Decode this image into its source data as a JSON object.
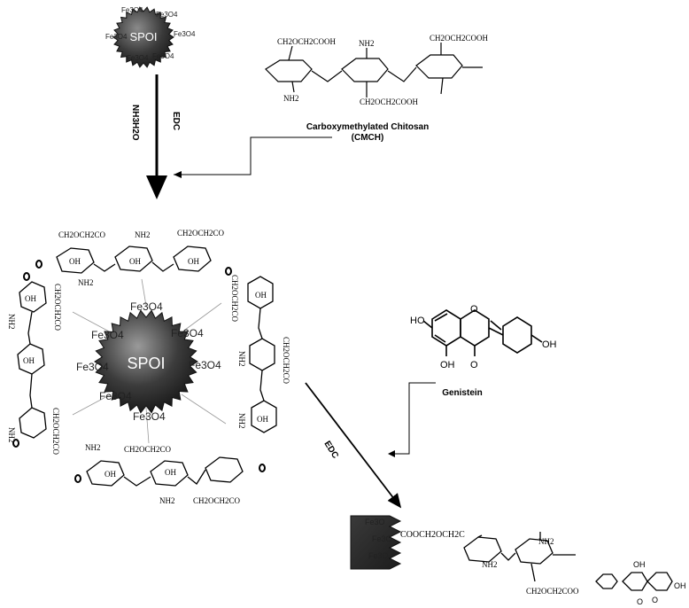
{
  "core_small": {
    "label": "SPOI",
    "tags": [
      "Fe3O4",
      "Fe3O4",
      "Fe3O4",
      "Fe3O4",
      "Fe3O4",
      "Fe3O4"
    ]
  },
  "step1": {
    "reagent_left": "NH3H2O",
    "reagent_right": "EDC"
  },
  "cmch": {
    "name": "Carboxymethylated Chitosan",
    "abbr": "(CMCH)",
    "groups": [
      "CH2OCH2COOH",
      "NH2",
      "CH2OCH2COOH",
      "CH2OCH2COOH",
      "NH2"
    ]
  },
  "core_large": {
    "label": "SPOI",
    "tags": [
      "Fe3O4",
      "Fe3O4",
      "Fe3O4",
      "Fe3O4",
      "Fe3O4",
      "Fe3O4",
      "Fe3O4"
    ]
  },
  "shell_groups": {
    "top": [
      "CH2OCH2CO",
      "NH2",
      "CH2OCH2CO",
      "NH2",
      "OH",
      "OH",
      "OH"
    ],
    "left": [
      "NH2",
      "OH",
      "CH2OCH2CO",
      "OH",
      "NH2",
      "CH2OCH2CO"
    ],
    "right": [
      "NH2",
      "CH2OCH2CO",
      "NH2",
      "CH2OCH2CO",
      "OH",
      "OH"
    ],
    "bottom": [
      "NH2",
      "OH",
      "CH2OCH2CO",
      "NH2",
      "OH",
      "CH2OCH2CO"
    ]
  },
  "genistein": {
    "name": "Genistein",
    "atoms": [
      "HO",
      "O",
      "OH",
      "O",
      "OH"
    ]
  },
  "step2": {
    "reagent": "EDC"
  },
  "product": {
    "tags": [
      "Fe3O",
      "Fe3O",
      "Fe3O"
    ],
    "linker": "COOCH2OCH2C",
    "groups": [
      "NH2",
      "NH2",
      "CH2OCH2COO",
      "OH",
      "OH",
      "O",
      "O"
    ]
  }
}
